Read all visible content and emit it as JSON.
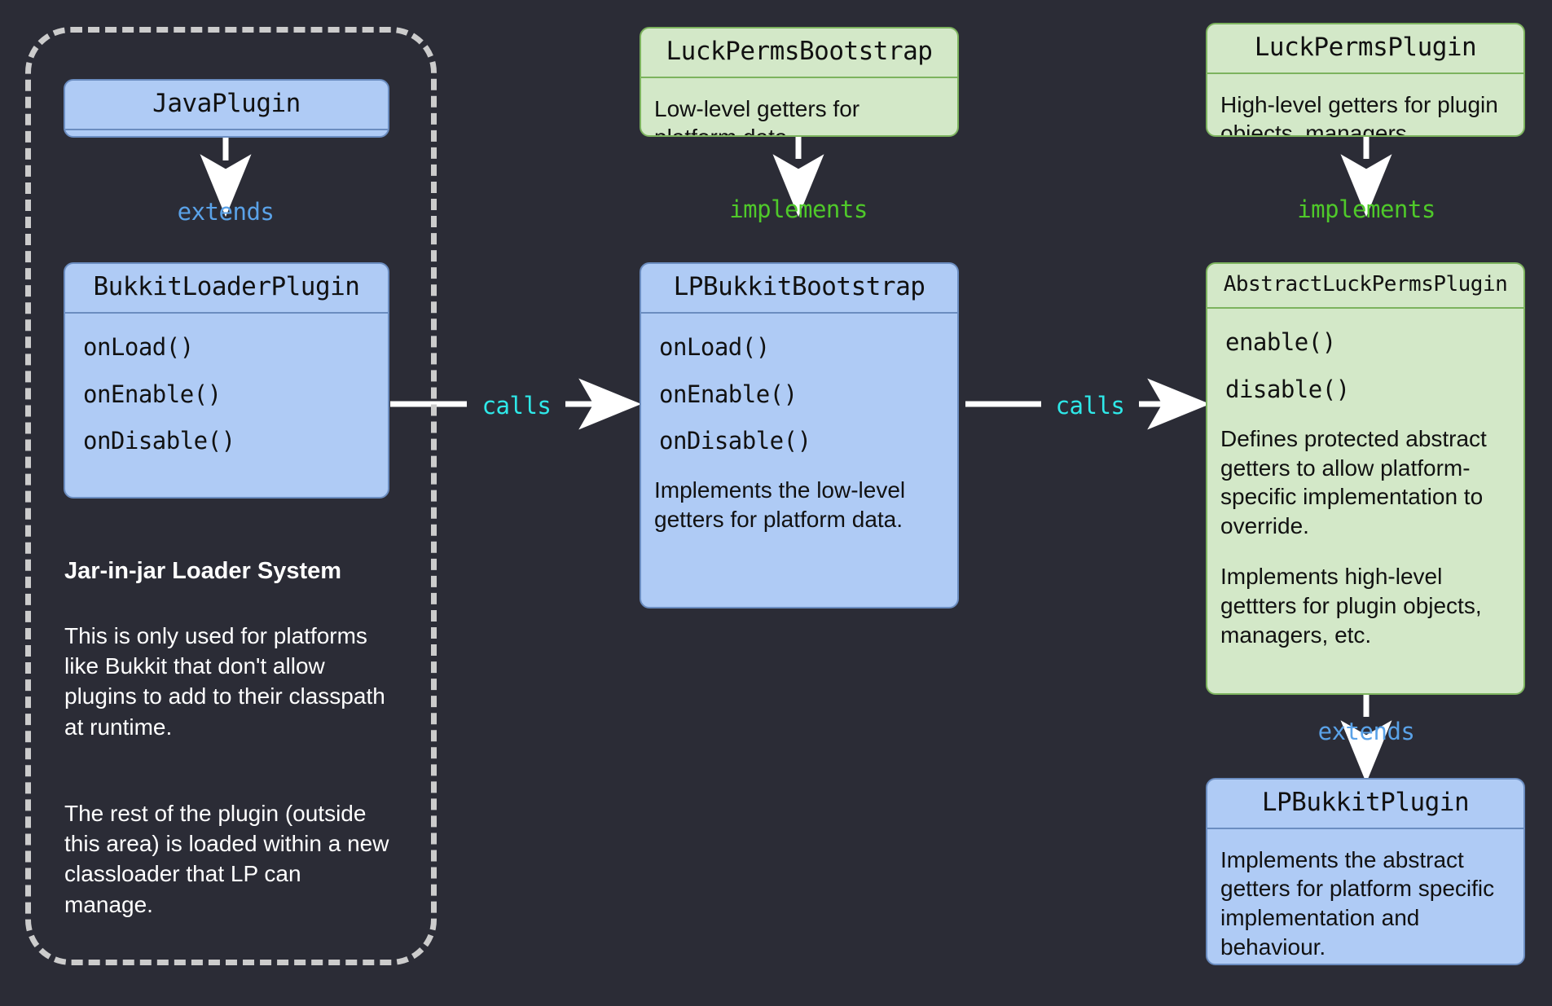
{
  "theme": {
    "background": "#2b2c36",
    "blue_fill": "#afcbf5",
    "blue_stroke": "#6b8dc0",
    "green_fill": "#d3e8c8",
    "green_stroke": "#7cb35e",
    "arrow_color": "#ffffff",
    "dashed_border": "#cccccc",
    "extends_label_color": "#5aa2e8",
    "implements_label_color": "#4fc92a",
    "calls_label_color": "#2ee9e9",
    "node_text_color": "#111111",
    "note_text_color": "#ffffff"
  },
  "nodes": {
    "java_plugin": {
      "title": "JavaPlugin",
      "methods": [],
      "descriptions": []
    },
    "bukkit_loader_plugin": {
      "title": "BukkitLoaderPlugin",
      "methods": [
        "onLoad()",
        "onEnable()",
        "onDisable()"
      ],
      "descriptions": []
    },
    "luckperms_bootstrap": {
      "title": "LuckPermsBootstrap",
      "methods": [],
      "descriptions": [
        "Low-level getters for platform data."
      ]
    },
    "lp_bukkit_bootstrap": {
      "title": "LPBukkitBootstrap",
      "methods": [
        "onLoad()",
        "onEnable()",
        "onDisable()"
      ],
      "descriptions": [
        "Implements the low-level getters for platform data."
      ]
    },
    "luckperms_plugin": {
      "title": "LuckPermsPlugin",
      "methods": [],
      "descriptions": [
        "High-level getters for plugin objects, managers."
      ]
    },
    "abstract_luckperms_plugin": {
      "title": "AbstractLuckPermsPlugin",
      "methods": [
        "enable()",
        "disable()"
      ],
      "descriptions": [
        "Defines protected abstract getters to allow platform-specific implementation to override.",
        "Implements high-level gettters for plugin objects, managers, etc."
      ]
    },
    "lp_bukkit_plugin": {
      "title": "LPBukkitPlugin",
      "methods": [],
      "descriptions": [
        "Implements the abstract getters for platform specific implementation and behaviour."
      ]
    }
  },
  "subgraph": {
    "heading": "Jar-in-jar Loader System",
    "paragraphs": [
      "This is only used for platforms like Bukkit that don't allow plugins to add to their classpath at runtime.",
      "The rest of the plugin (outside this area) is loaded within a new classloader that LP can manage."
    ]
  },
  "edges": [
    {
      "id": "java-to-bukkitloader",
      "label": "extends",
      "kind": "extends"
    },
    {
      "id": "luckpermsbootstrap-to-lpbukkitbootstrap",
      "label": "implements",
      "kind": "implements"
    },
    {
      "id": "luckpermsplugin-to-abstract",
      "label": "implements",
      "kind": "implements"
    },
    {
      "id": "bukkitloader-to-lpbukkitbootstrap",
      "label": "calls",
      "kind": "calls"
    },
    {
      "id": "lpbukkitbootstrap-to-abstract",
      "label": "calls",
      "kind": "calls"
    },
    {
      "id": "abstract-to-lpbukkitplugin",
      "label": "extends",
      "kind": "extends"
    }
  ]
}
